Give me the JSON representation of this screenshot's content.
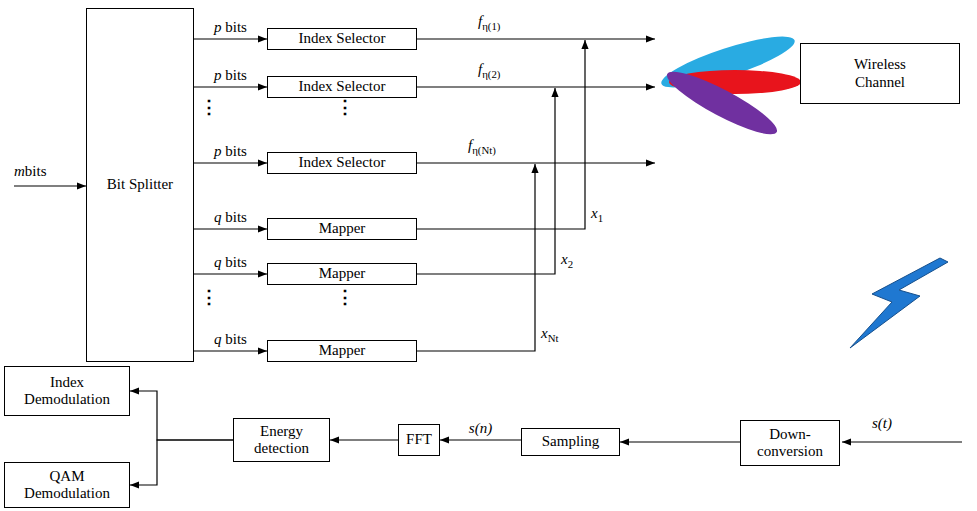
{
  "diagram": {
    "nodes": [
      {
        "text": [
          "Bit Splitter"
        ]
      },
      {
        "text": [
          "Index Selector"
        ]
      },
      {
        "text": [
          "Index Selector"
        ]
      },
      {
        "text": [
          "Index Selector"
        ]
      },
      {
        "text": [
          "Mapper"
        ]
      },
      {
        "text": [
          "Mapper"
        ]
      },
      {
        "text": [
          "Mapper"
        ]
      },
      {
        "text": [
          "Wireless Channel"
        ]
      },
      {
        "text": [
          "Index Demodulation"
        ]
      },
      {
        "text": [
          "QAM Demodulation"
        ]
      },
      {
        "text": [
          "Energy detection"
        ]
      },
      {
        "text": [
          "FFT"
        ]
      },
      {
        "text": [
          "Sampling"
        ]
      },
      {
        "text": [
          "Down-conversion"
        ]
      }
    ],
    "edges": [
      {
        "from": 0,
        "to": 1,
        "arrow": "to",
        "label": "p bits"
      },
      {
        "from": 0,
        "to": 2,
        "arrow": "to",
        "label": "p bits"
      },
      {
        "from": 0,
        "to": 3,
        "arrow": "to",
        "label": "p bits"
      },
      {
        "from": 0,
        "to": 4,
        "arrow": "to",
        "label": "q bits"
      },
      {
        "from": 0,
        "to": 5,
        "arrow": "to",
        "label": "q bits"
      },
      {
        "from": 0,
        "to": 6,
        "arrow": "to",
        "label": "q bits"
      },
      {
        "from": 13,
        "to": 12,
        "arrow": "to"
      },
      {
        "from": 12,
        "to": 11,
        "arrow": "to",
        "label": "s(n)"
      },
      {
        "from": 11,
        "to": 10,
        "arrow": "to"
      },
      {
        "from": 10,
        "to": 8,
        "arrow": "to"
      },
      {
        "from": 10,
        "to": 9,
        "arrow": "to"
      }
    ],
    "labels": [
      "mbits",
      "⋮",
      "⋮",
      "⋮",
      "⋮",
      "fη(1)",
      "fη(2)",
      "fη(Nt)",
      "x1",
      "x2",
      "xNt",
      "s(t)"
    ]
  }
}
